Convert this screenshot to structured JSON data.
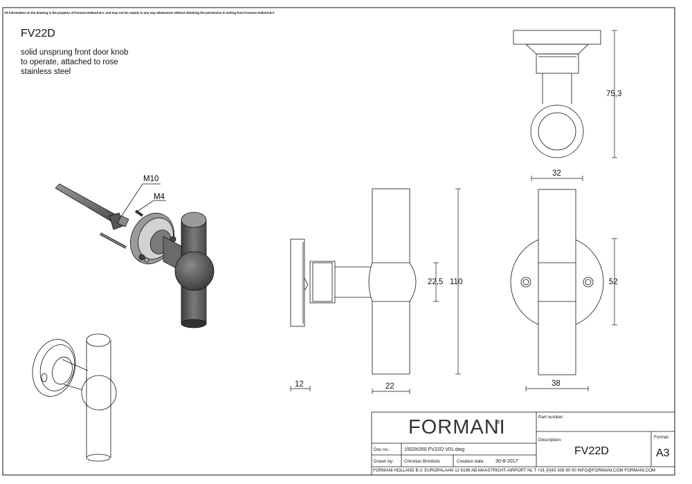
{
  "drawing": {
    "notice": "All information on the drawing is the property of Formani Holland B.V. and may not be copied, in any way whatsoever without obtaining the permission in writing from Formani Holland B.V",
    "product_code": "FV22D",
    "description_lines": [
      "solid unsprung front door knob",
      "to operate, attached to rose",
      "stainless steel"
    ]
  },
  "callouts": {
    "spindle": "M10",
    "screw": "M4"
  },
  "dimensions": {
    "rose_thickness": "12",
    "collar_diameter": "22",
    "ball_height": "22,5",
    "total_length": "110",
    "top_height": "75,3",
    "top_width": "32",
    "rose_height": "52",
    "rose_diameter": "38"
  },
  "title_block": {
    "brand": "FORMANI",
    "brand_mark": "®",
    "doc_no_label": "Doc no.:",
    "doc_no_value": "1502K050 FV22D V01.dwg",
    "drawn_by_label": "Drawn by:",
    "drawn_by_value": "Christian Brimbols",
    "creation_date_label": "Creation date:",
    "creation_date_value": "30-8-2017",
    "part_number_label": "Part number:",
    "description_label": "Description:",
    "description_value": "FV22D",
    "format_label": "Format:",
    "format_value": "A3",
    "footer": "FORMANI HOLLAND B.V.  EUROPALAAN 12  6199 AB MAASTRICHT-AIRPORT NL  T +31 (0)43 308 90 00 INFO@FORMANI.COM FORMANI.COM"
  },
  "colors": {
    "line": "#111111",
    "shade_dark": "#5a5a5a",
    "shade_mid": "#8c8c8c",
    "shade_light": "#c8c8c8"
  }
}
